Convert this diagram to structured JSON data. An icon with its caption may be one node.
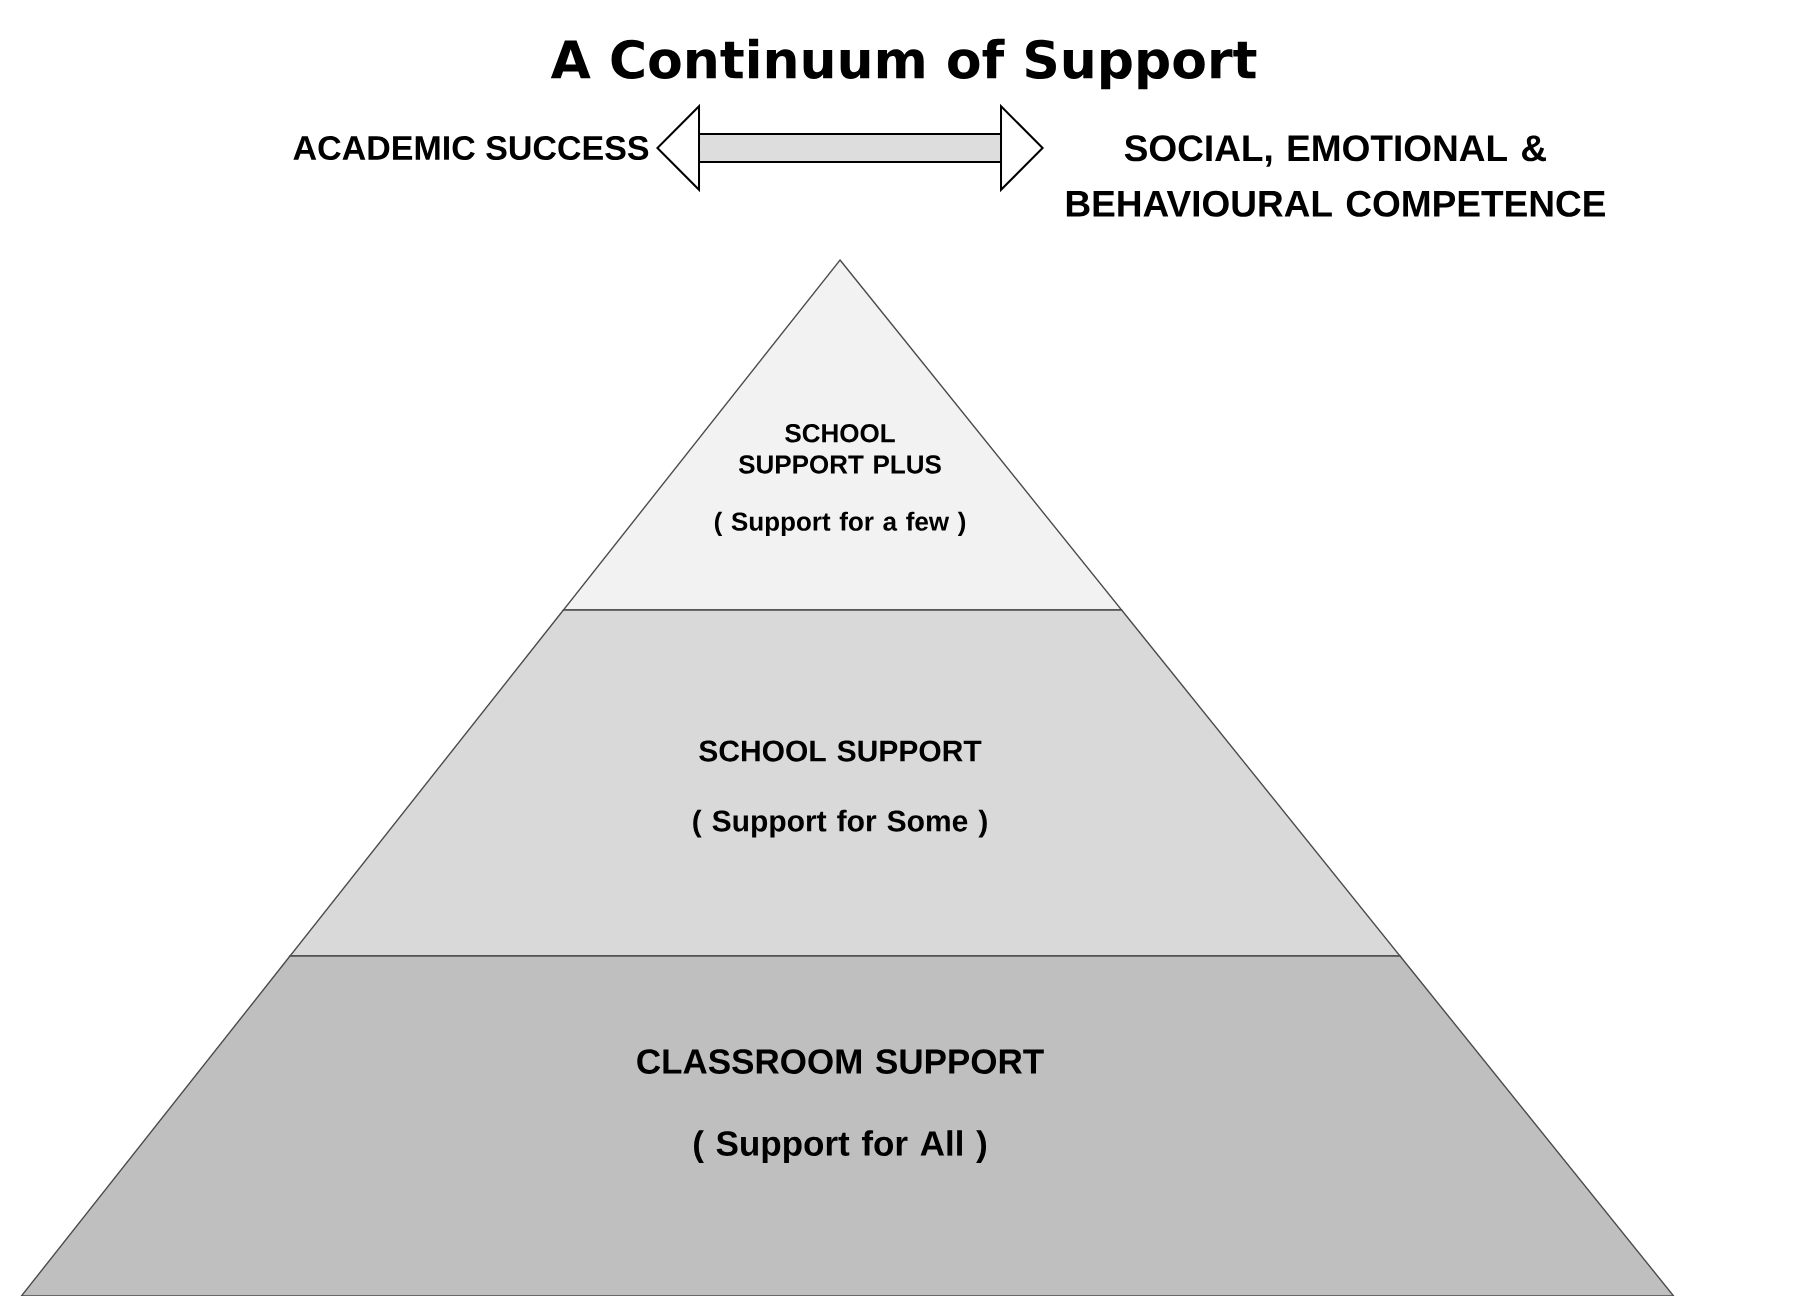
{
  "diagram": {
    "title": "A Continuum of Support",
    "nodes": [
      {
        "text": [
          "ACADEMIC SUCCESS"
        ]
      },
      {
        "text": [
          "SOCIAL, EMOTIONAL & BEHAVIOURAL COMPETENCE"
        ]
      },
      {
        "text": [
          "SCHOOL SUPPORT PLUS",
          "( Support for a few )"
        ]
      },
      {
        "text": [
          "SCHOOL SUPPORT",
          "( Support for Some )"
        ]
      },
      {
        "text": [
          "CLASSROOM SUPPORT",
          "( Support for All )"
        ]
      }
    ],
    "edges": [
      {
        "from": 0,
        "to": 1,
        "arrow": "both"
      }
    ]
  }
}
